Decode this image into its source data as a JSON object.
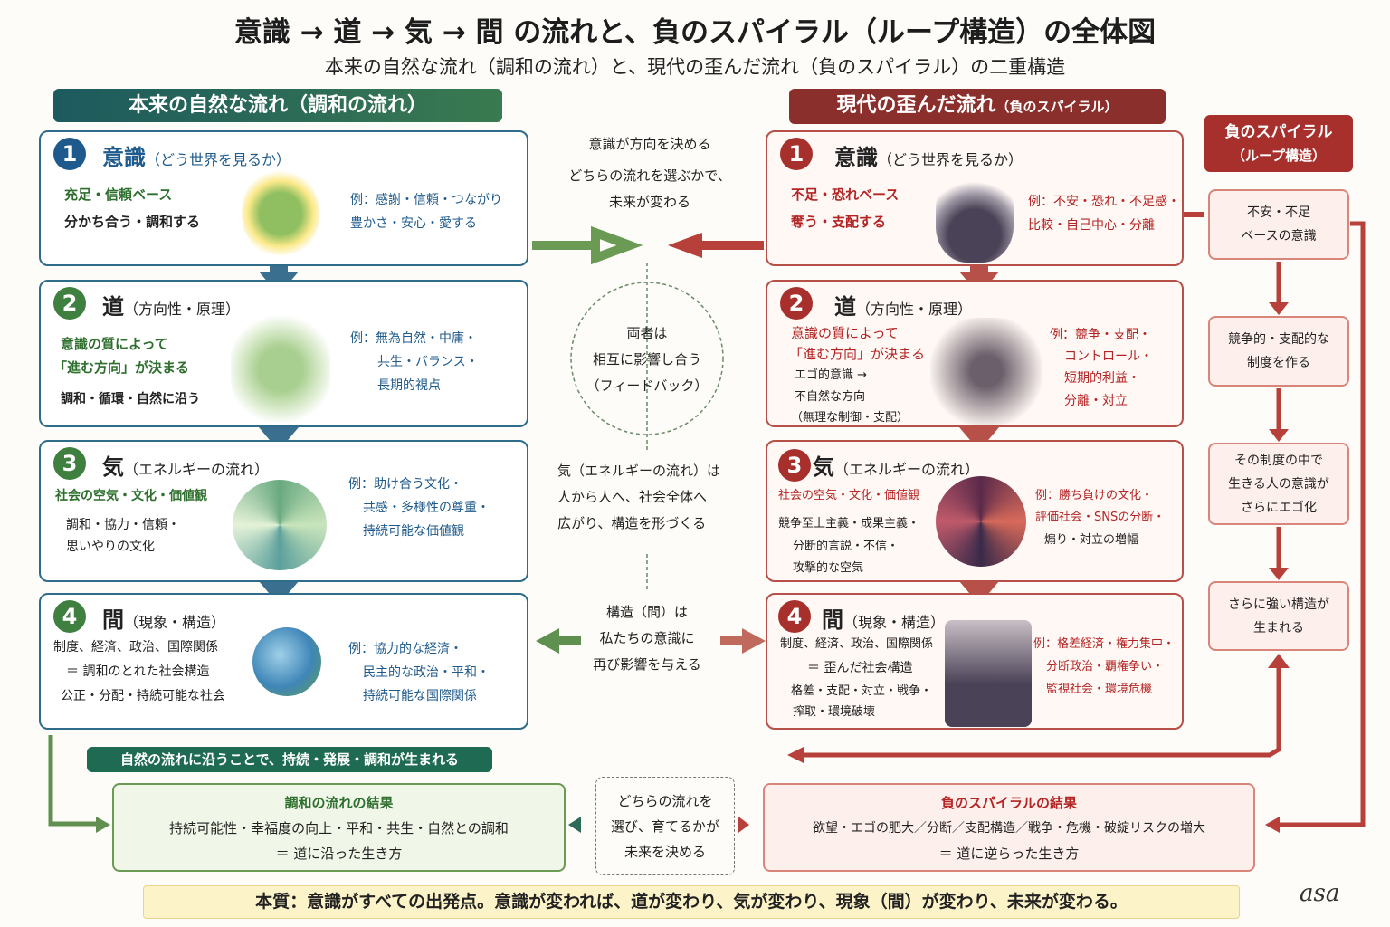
{
  "title": "意識 → 道 → 気 → 間 の流れと、負のスパイラル（ループ構造）の全体図",
  "subtitle": "本来の自然な流れ（調和の流れ）と、現代の歪んだ流れ（負のスパイラル）の二重構造",
  "left": {
    "header": "本来の自然な流れ（調和の流れ）",
    "steps": [
      {
        "n": "1",
        "kw": "意識",
        "sub": "（どう世界を見るか）",
        "lines": [
          "充足・信頼ベース",
          "分かち合う・調和する"
        ],
        "ex": [
          "例：感謝・信頼・つながり",
          "豊かさ・安心・愛する"
        ]
      },
      {
        "n": "2",
        "kw": "道",
        "sub": "（方向性・原理）",
        "lines": [
          "意識の質によって",
          "「進む方向」が決まる",
          "調和・循環・自然に沿う"
        ],
        "ex": [
          "例：無為自然・中庸・",
          "共生・バランス・",
          "長期的視点"
        ]
      },
      {
        "n": "3",
        "kw": "気",
        "sub": "（エネルギーの流れ）",
        "lines": [
          "社会の空気・文化・価値観",
          "調和・協力・信頼・",
          "思いやりの文化"
        ],
        "ex": [
          "例：助け合う文化・",
          "共感・多様性の尊重・",
          "持続可能な価値観"
        ]
      },
      {
        "n": "4",
        "kw": "間",
        "sub": "（現象・構造）",
        "lines": [
          "制度、経済、政治、国際関係",
          "＝ 調和のとれた社会構造",
          "公正・分配・持続可能な社会"
        ],
        "ex": [
          "例：協力的な経済・",
          "民主的な政治・平和・",
          "持続可能な国際関係"
        ]
      }
    ]
  },
  "right": {
    "header": "現代の歪んだ流れ",
    "header_small": "（負のスパイラル）",
    "steps": [
      {
        "n": "1",
        "kw": "意識",
        "sub": "（どう世界を見るか）",
        "lines": [
          "不足・恐れベース",
          "奪う・支配する"
        ],
        "ex": [
          "例：不安・恐れ・不足感・",
          "比較・自己中心・分離"
        ]
      },
      {
        "n": "2",
        "kw": "道",
        "sub": "（方向性・原理）",
        "lines": [
          "意識の質によって",
          "「進む方向」が決まる",
          "エゴ的意識 →",
          "不自然な方向",
          "（無理な制御・支配）"
        ],
        "ex": [
          "例：競争・支配・",
          "コントロール・",
          "短期的利益・",
          "分離・対立"
        ]
      },
      {
        "n": "3",
        "kw": "気",
        "sub": "（エネルギーの流れ）",
        "lines": [
          "社会の空気・文化・価値観",
          "競争至上主義・成果主義・",
          "分断的言説・不信・",
          "攻撃的な空気"
        ],
        "ex": [
          "例：勝ち負けの文化・",
          "評価社会・SNSの分断・",
          "煽り・対立の増幅"
        ]
      },
      {
        "n": "4",
        "kw": "間",
        "sub": "（現象・構造）",
        "lines": [
          "制度、経済、政治、国際関係",
          "＝ 歪んだ社会構造",
          "格差・支配・対立・戦争・",
          "搾取・環境破壊"
        ],
        "ex": [
          "例：格差経済・権力集中・",
          "分断政治・覇権争い・",
          "監視社会・環境危機"
        ]
      }
    ]
  },
  "spiral": {
    "header": [
      "負のスパイラル",
      "（ループ構造）"
    ],
    "boxes": [
      [
        "不安・不足",
        "ベースの意識"
      ],
      [
        "競争的・支配的な",
        "制度を作る"
      ],
      [
        "その制度の中で",
        "生きる人の意識が",
        "さらにエゴ化"
      ],
      [
        "さらに強い構造が",
        "生まれる"
      ]
    ]
  },
  "middle": {
    "top": [
      "意識が方向を決める",
      "どちらの流れを選ぶかで、",
      "未来が変わる"
    ],
    "circle": [
      "両者は",
      "相互に影響し合う",
      "（フィードバック）"
    ],
    "ki": [
      "気（エネルギーの流れ）は",
      "人から人へ、社会全体へ",
      "広がり、構造を形づくる"
    ],
    "ma": [
      "構造（間）は",
      "私たちの意識に",
      "再び影響を与える"
    ]
  },
  "banner": "自然の流れに沿うことで、持続・発展・調和が生まれる",
  "results": {
    "good": {
      "title": "調和の流れの結果",
      "body": "持続可能性・幸福度の向上・平和・共生・自然との調和",
      "end": "＝ 道に沿った生き方"
    },
    "choice": [
      "どちらの流れを",
      "選び、育てるかが",
      "未来を決める"
    ],
    "bad": {
      "title": "負のスパイラルの結果",
      "body": "欲望・エゴの肥大／分断／支配構造／戦争・危機・破綻リスクの増大",
      "end": "＝ 道に逆らった生き方"
    }
  },
  "essence": "本質：意識がすべての出発点。意識が変われば、道が変わり、気が変わり、現象（間）が変わり、未来が変わる。",
  "signature": "asa",
  "colors": {
    "teal": "#1e5f5c",
    "green": "#3f7f3f",
    "blue": "#2f6c8a",
    "red": "#a8302c",
    "pink": "#fdf0ec",
    "yellow": "#fdf3c8"
  }
}
